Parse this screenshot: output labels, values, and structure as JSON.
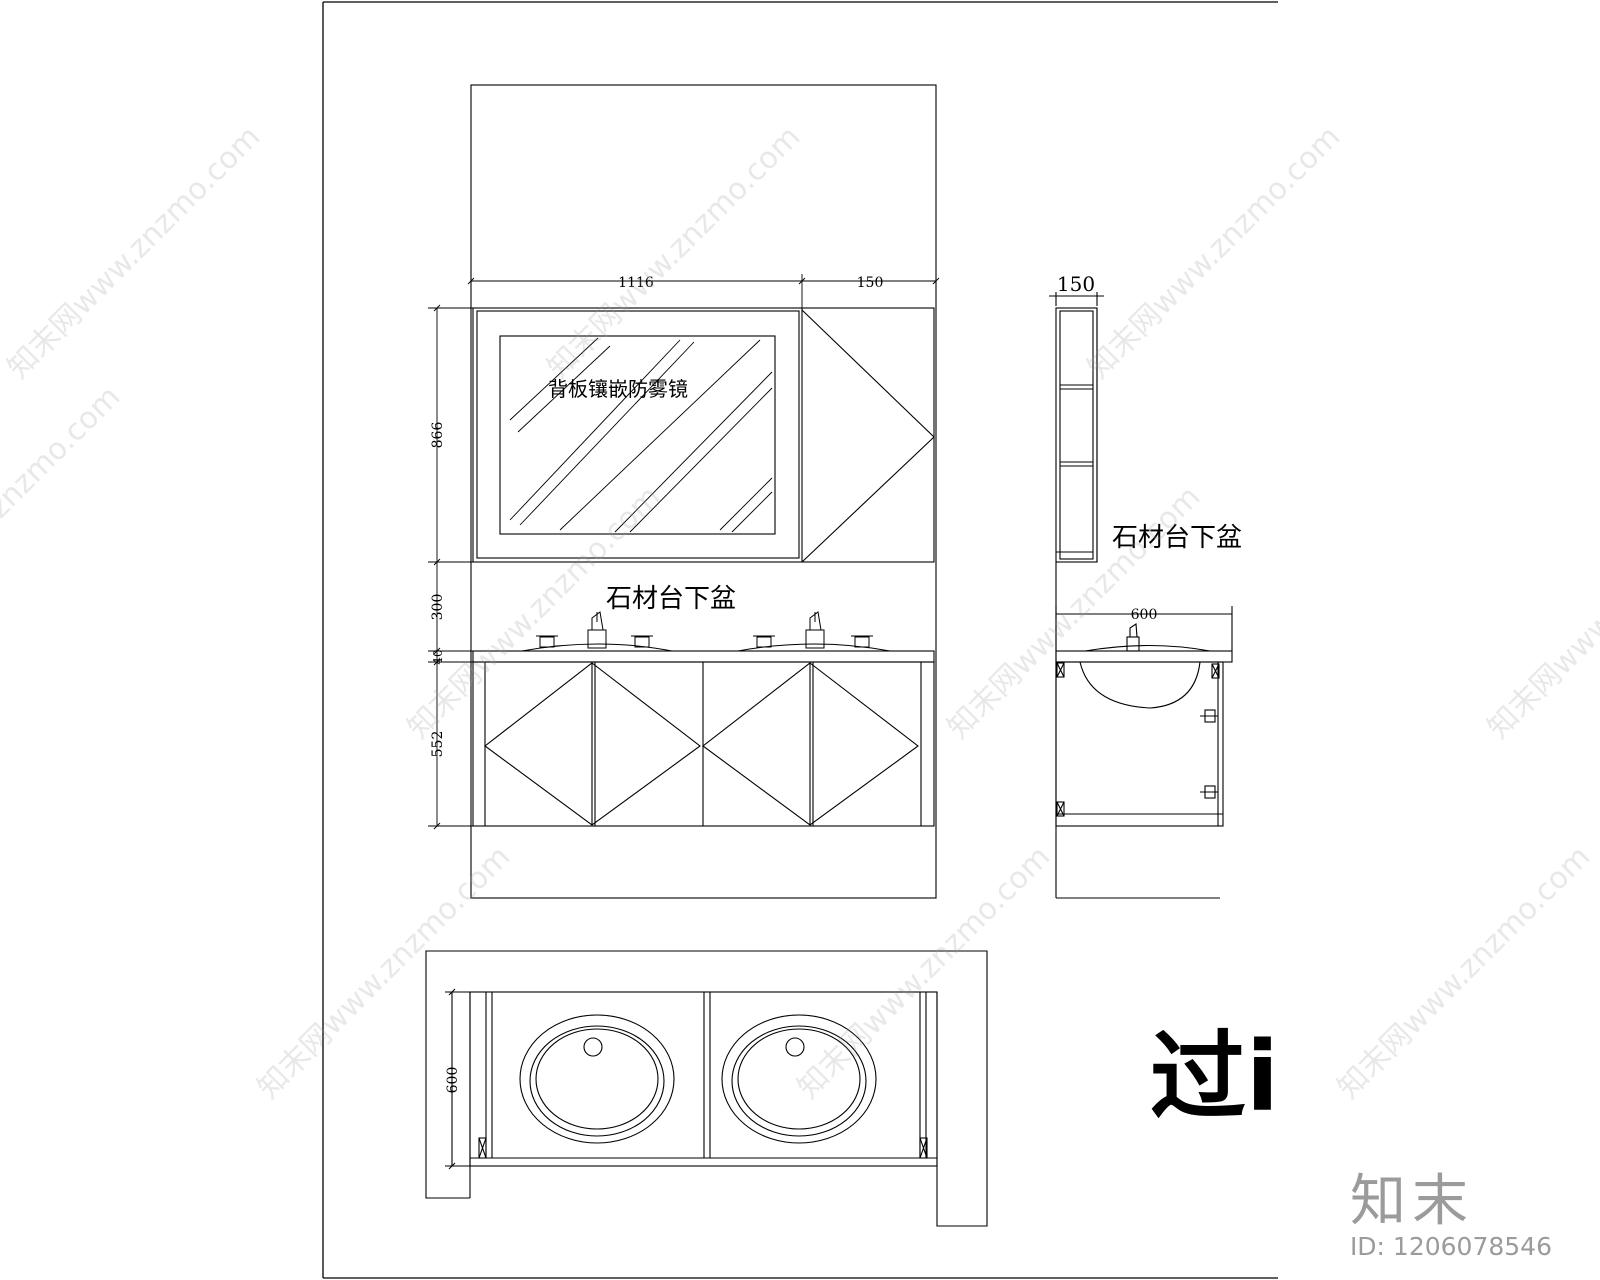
{
  "drawing": {
    "front_elevation": {
      "mirror_note": "背板镶嵌防雾镜",
      "basin_note": "石材台下盆",
      "dim_width_main": "1116",
      "dim_width_side": "150",
      "dim_h_mirror": "866",
      "dim_h_gap": "300",
      "dim_h_top": "40",
      "dim_h_cabinet": "552"
    },
    "side_elevation": {
      "dim_shelf_depth": "150",
      "basin_note": "石材台下盆",
      "dim_depth": "600"
    },
    "plan_view": {
      "dim_depth": "600"
    },
    "title_fragment": "过i"
  },
  "watermark": {
    "text": "知末网www.znzmo.com",
    "logo": "知末",
    "id_label": "ID: 1206078546"
  }
}
